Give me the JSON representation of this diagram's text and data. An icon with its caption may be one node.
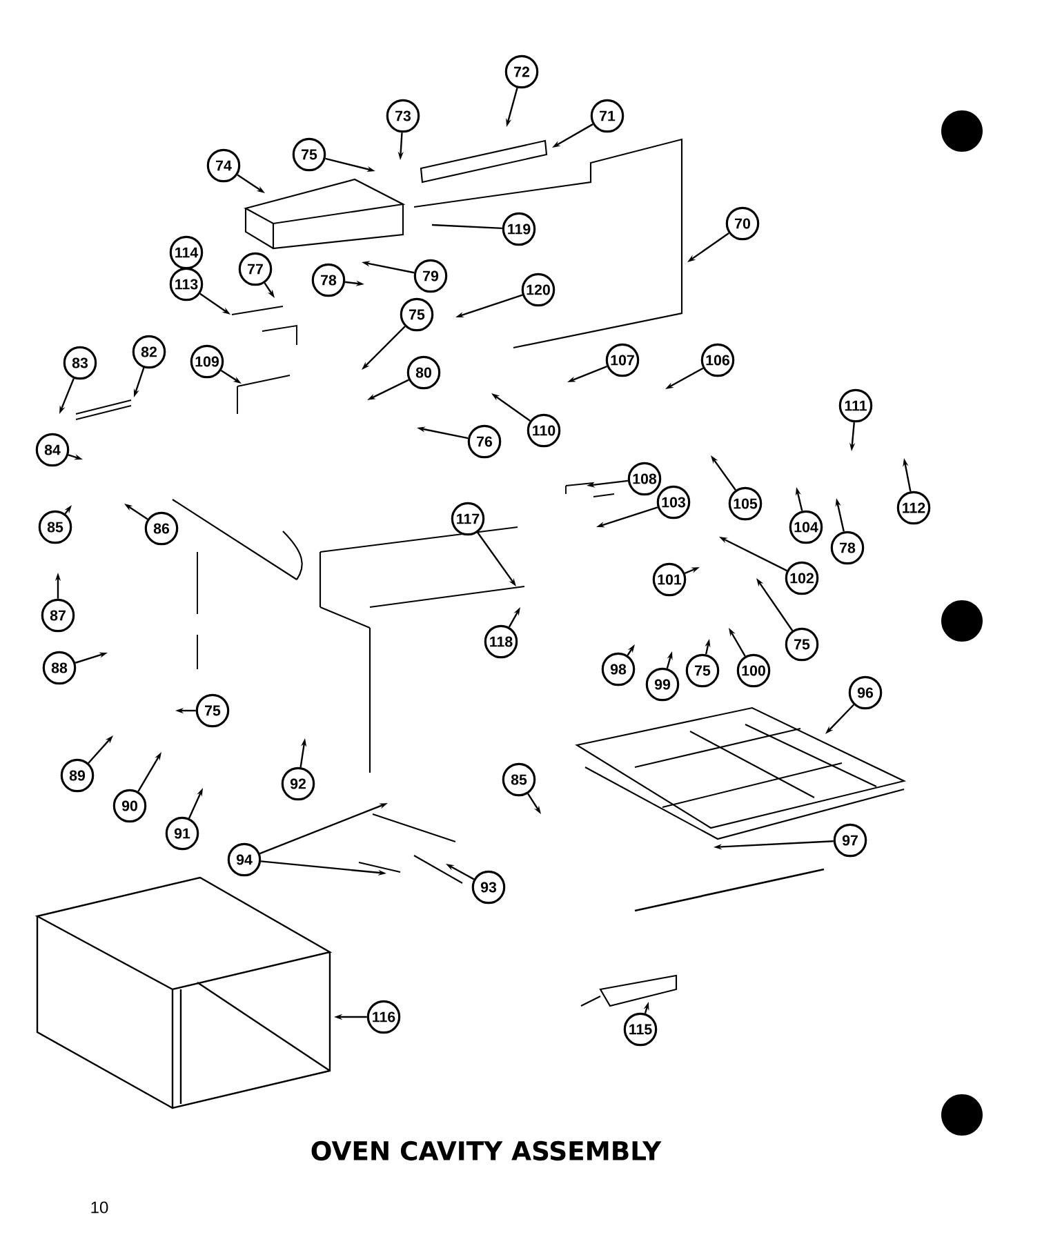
{
  "diagram": {
    "title": "OVEN CAVITY ASSEMBLY",
    "nodes": [
      {
        "text": [
          "72"
        ]
      },
      {
        "text": [
          "73"
        ]
      },
      {
        "text": [
          "71"
        ]
      },
      {
        "text": [
          "75"
        ]
      },
      {
        "text": [
          "74"
        ]
      },
      {
        "text": [
          "119"
        ]
      },
      {
        "text": [
          "70"
        ]
      },
      {
        "text": [
          "113"
        ]
      },
      {
        "text": [
          "77"
        ]
      },
      {
        "text": [
          "78"
        ]
      },
      {
        "text": [
          "79"
        ]
      },
      {
        "text": [
          "120"
        ]
      },
      {
        "text": [
          "75"
        ]
      },
      {
        "text": [
          "82"
        ]
      },
      {
        "text": [
          "83"
        ]
      },
      {
        "text": [
          "109"
        ]
      },
      {
        "text": [
          "80"
        ]
      },
      {
        "text": [
          "107"
        ]
      },
      {
        "text": [
          "106"
        ]
      },
      {
        "text": [
          "110"
        ]
      },
      {
        "text": [
          "76"
        ]
      },
      {
        "text": [
          "111"
        ]
      },
      {
        "text": [
          "84"
        ]
      },
      {
        "text": [
          "108"
        ]
      },
      {
        "text": [
          "105"
        ]
      },
      {
        "text": [
          "112"
        ]
      },
      {
        "text": [
          "85"
        ]
      },
      {
        "text": [
          "86"
        ]
      },
      {
        "text": [
          "117"
        ]
      },
      {
        "text": [
          "103"
        ]
      },
      {
        "text": [
          "104"
        ]
      },
      {
        "text": [
          "78"
        ]
      },
      {
        "text": [
          "87"
        ]
      },
      {
        "text": [
          "102"
        ]
      },
      {
        "text": [
          "101"
        ]
      },
      {
        "text": [
          "118"
        ]
      },
      {
        "text": [
          "75"
        ]
      },
      {
        "text": [
          "88"
        ]
      },
      {
        "text": [
          "98"
        ]
      },
      {
        "text": [
          "99"
        ]
      },
      {
        "text": [
          "75"
        ]
      },
      {
        "text": [
          "100"
        ]
      },
      {
        "text": [
          "96"
        ]
      },
      {
        "text": [
          "75"
        ]
      },
      {
        "text": [
          "89"
        ]
      },
      {
        "text": [
          "90"
        ]
      },
      {
        "text": [
          "91"
        ]
      },
      {
        "text": [
          "92"
        ]
      },
      {
        "text": [
          "85"
        ]
      },
      {
        "text": [
          "94"
        ]
      },
      {
        "text": [
          "97"
        ]
      },
      {
        "text": [
          "93"
        ]
      },
      {
        "text": [
          "116"
        ]
      },
      {
        "text": [
          "115"
        ]
      },
      {
        "text": [
          "114"
        ]
      }
    ],
    "edges": [
      {
        "from": 0,
        "to": null,
        "arrow": "to"
      },
      {
        "from": 1,
        "to": null,
        "arrow": "to"
      },
      {
        "from": 2,
        "to": null,
        "arrow": "to"
      },
      {
        "from": 3,
        "to": null,
        "arrow": "to"
      },
      {
        "from": 4,
        "to": null,
        "arrow": "to"
      },
      {
        "from": 5,
        "to": null,
        "arrow": "none"
      },
      {
        "from": 6,
        "to": null,
        "arrow": "to"
      },
      {
        "from": 7,
        "to": null,
        "arrow": "to"
      },
      {
        "from": 8,
        "to": null,
        "arrow": "to"
      },
      {
        "from": 9,
        "to": null,
        "arrow": "to"
      },
      {
        "from": 10,
        "to": null,
        "arrow": "to"
      },
      {
        "from": 11,
        "to": null,
        "arrow": "to"
      },
      {
        "from": 12,
        "to": null,
        "arrow": "to"
      },
      {
        "from": 13,
        "to": null,
        "arrow": "to"
      },
      {
        "from": 14,
        "to": null,
        "arrow": "to"
      },
      {
        "from": 15,
        "to": null,
        "arrow": "to"
      },
      {
        "from": 16,
        "to": null,
        "arrow": "to"
      },
      {
        "from": 17,
        "to": null,
        "arrow": "to"
      },
      {
        "from": 18,
        "to": null,
        "arrow": "to"
      },
      {
        "from": 19,
        "to": null,
        "arrow": "to"
      },
      {
        "from": 20,
        "to": null,
        "arrow": "to"
      },
      {
        "from": 21,
        "to": null,
        "arrow": "to"
      },
      {
        "from": 22,
        "to": null,
        "arrow": "to"
      },
      {
        "from": 23,
        "to": null,
        "arrow": "to"
      },
      {
        "from": 24,
        "to": null,
        "arrow": "to"
      },
      {
        "from": 25,
        "to": null,
        "arrow": "to"
      },
      {
        "from": 26,
        "to": null,
        "arrow": "to"
      },
      {
        "from": 27,
        "to": null,
        "arrow": "to"
      },
      {
        "from": 28,
        "to": null,
        "arrow": "to"
      },
      {
        "from": 29,
        "to": null,
        "arrow": "to"
      },
      {
        "from": 30,
        "to": null,
        "arrow": "to"
      },
      {
        "from": 31,
        "to": null,
        "arrow": "to"
      },
      {
        "from": 32,
        "to": null,
        "arrow": "to"
      },
      {
        "from": 33,
        "to": null,
        "arrow": "to"
      },
      {
        "from": 34,
        "to": null,
        "arrow": "to"
      },
      {
        "from": 35,
        "to": null,
        "arrow": "to"
      },
      {
        "from": 36,
        "to": null,
        "arrow": "to"
      },
      {
        "from": 37,
        "to": null,
        "arrow": "to"
      },
      {
        "from": 38,
        "to": null,
        "arrow": "to"
      },
      {
        "from": 39,
        "to": null,
        "arrow": "to"
      },
      {
        "from": 40,
        "to": null,
        "arrow": "to"
      },
      {
        "from": 41,
        "to": null,
        "arrow": "to"
      },
      {
        "from": 42,
        "to": null,
        "arrow": "to"
      },
      {
        "from": 43,
        "to": null,
        "arrow": "to"
      },
      {
        "from": 44,
        "to": null,
        "arrow": "to"
      },
      {
        "from": 45,
        "to": null,
        "arrow": "to"
      },
      {
        "from": 46,
        "to": null,
        "arrow": "to"
      },
      {
        "from": 47,
        "to": null,
        "arrow": "to"
      },
      {
        "from": 48,
        "to": null,
        "arrow": "to"
      },
      {
        "from": 49,
        "to": null,
        "arrow": "to"
      },
      {
        "from": 49,
        "to": null,
        "arrow": "to"
      },
      {
        "from": 50,
        "to": null,
        "arrow": "to"
      },
      {
        "from": 51,
        "to": null,
        "arrow": "to"
      },
      {
        "from": 52,
        "to": null,
        "arrow": "to"
      },
      {
        "from": 53,
        "to": null,
        "arrow": "to"
      }
    ],
    "labels": [
      "10"
    ]
  }
}
